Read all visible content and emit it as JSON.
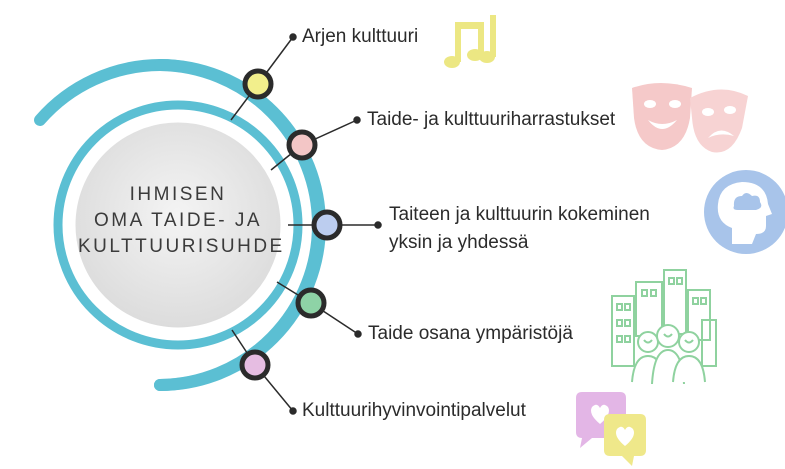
{
  "center": {
    "line1": "IHMISEN",
    "line2": "OMA TAIDE- JA",
    "line3": "KULTTUURISUHDE"
  },
  "items": [
    {
      "label": "Arjen kulttuuri",
      "node_color": "#f2ef8c",
      "icon": "music-notes-icon"
    },
    {
      "label": "Taide- ja kulttuuriharrastukset",
      "node_color": "#f3c6c6",
      "icon": "theater-masks-icon"
    },
    {
      "label_line1": "Taiteen ja kulttuurin kokeminen",
      "label_line2": "yksin ja yhdessä",
      "node_color": "#bccdef",
      "icon": "head-with-brain-icon"
    },
    {
      "label": "Taide osana ympäristöjä",
      "node_color": "#8ed3a6",
      "icon": "city-people-icon"
    },
    {
      "label": "Kulttuurihyvinvointipalvelut",
      "node_color": "#e6bde2",
      "icon": "heart-speech-bubbles-icon"
    }
  ],
  "colors": {
    "ring": "#5bbfd3",
    "center_fill": "#e7e7e7",
    "line": "#2b2b2b",
    "icon_music": "#ece783",
    "icon_masks": "#f5c9c9",
    "icon_head": "#a8c4ea",
    "icon_city": "#8fd29f",
    "icon_bubble_purple": "#e3b6e6",
    "icon_bubble_yellow": "#efe88a"
  }
}
